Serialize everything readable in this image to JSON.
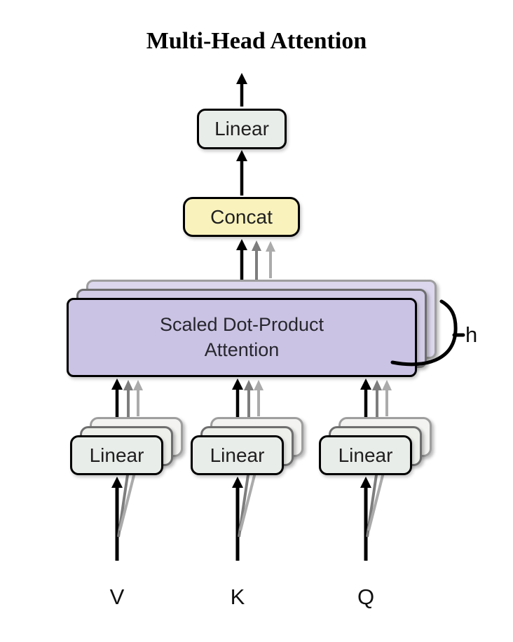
{
  "title": "Multi-Head Attention",
  "boxes": {
    "linear_out": {
      "label": "Linear"
    },
    "concat": {
      "label": "Concat"
    },
    "attention": {
      "line1": "Scaled Dot-Product",
      "line2": "Attention"
    },
    "linear_v": {
      "label": "Linear"
    },
    "linear_k": {
      "label": "Linear"
    },
    "linear_q": {
      "label": "Linear"
    }
  },
  "inputs": {
    "v": "V",
    "k": "K",
    "q": "Q"
  },
  "annotations": {
    "head_count": "h"
  },
  "colors": {
    "linear_fill": "#e9ede9",
    "concat_fill": "#f9f2bc",
    "attention_fill": "#cbc3e3",
    "box_border": "#000000",
    "ghost_border_near": "#6e6e6e",
    "ghost_border_far": "#9e9e9e",
    "arrow_black": "#000000",
    "arrow_gray_near": "#7d7d7d",
    "arrow_gray_far": "#ababab",
    "background": "#ffffff"
  }
}
